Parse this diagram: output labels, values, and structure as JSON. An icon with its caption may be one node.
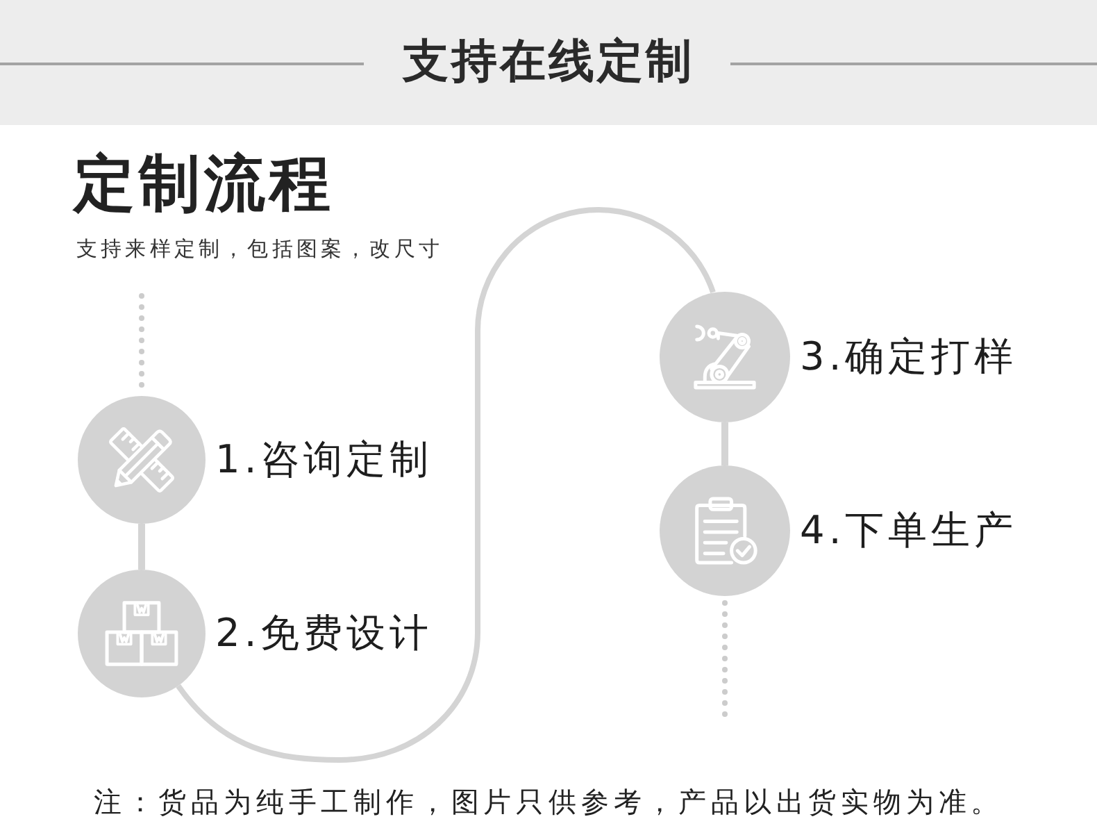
{
  "diagram": {
    "title": "支持在线定制",
    "nodes": [
      {
        "text": [],
        "shape": "circle",
        "beside": [
          "1.咨询定制"
        ]
      },
      {
        "text": [],
        "shape": "circle",
        "beside": [
          "2.免费设计"
        ]
      },
      {
        "text": [],
        "shape": "circle",
        "beside": [
          "3.确定打样"
        ]
      },
      {
        "text": [],
        "shape": "circle",
        "beside": [
          "4.下单生产"
        ]
      }
    ],
    "edges": [
      {
        "from": null,
        "to": 0,
        "arrow": "none",
        "style": "dashed"
      },
      {
        "from": 0,
        "to": 1,
        "arrow": "none"
      },
      {
        "from": 1,
        "to": 2,
        "arrow": "none"
      },
      {
        "from": 2,
        "to": 3,
        "arrow": "none"
      },
      {
        "from": 3,
        "to": null,
        "arrow": "none",
        "style": "dashed"
      }
    ],
    "labels": [
      "定制流程",
      "支持来样定制，包括图案，改尺寸",
      "注：货品为纯手工制作，图片只供参考，产品以出货实物为准。"
    ]
  }
}
